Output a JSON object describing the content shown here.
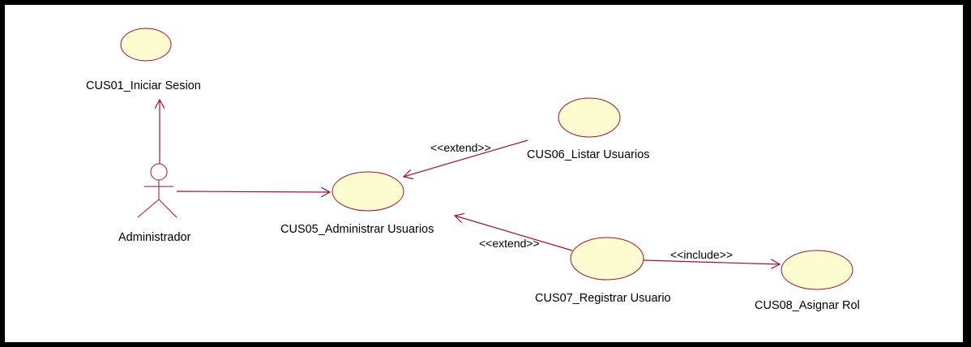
{
  "diagram": {
    "colors": {
      "ellipse_fill": "#fdfcd0",
      "line": "#a01030",
      "text": "#000000",
      "frame": "#000000"
    },
    "actor": {
      "name": "Administrador"
    },
    "use_cases": {
      "cus01": "CUS01_Iniciar Sesion",
      "cus05": "CUS05_Administrar Usuarios",
      "cus06": "CUS06_Listar Usuarios",
      "cus07": "CUS07_Registrar Usuario",
      "cus08": "CUS08_Asignar Rol"
    },
    "relations": {
      "extend_cus06": "<<extend>>",
      "extend_cus07": "<<extend>>",
      "include_cus08": "<<include>>"
    }
  }
}
